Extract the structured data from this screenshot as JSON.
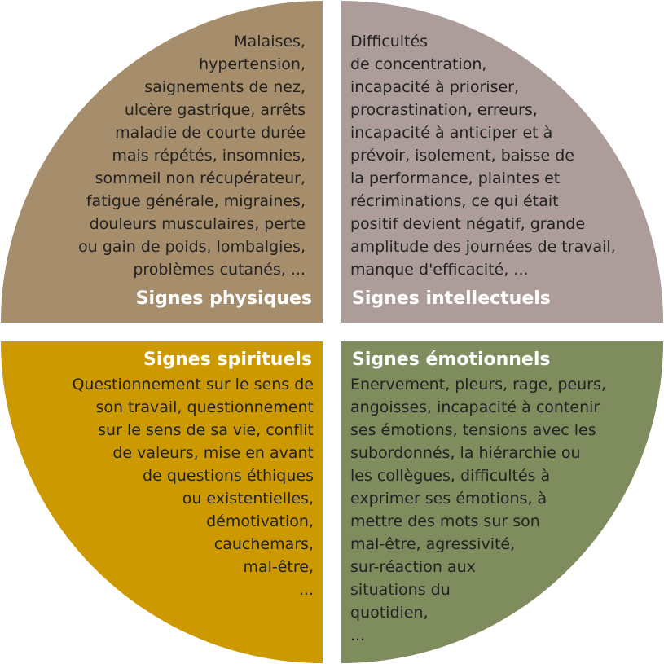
{
  "colors": {
    "physical": "#a68e6d",
    "intellectual": "#ad9d9a",
    "spiritual": "#cc9a00",
    "emotional": "#7f8c5e",
    "background": "#ffffff"
  },
  "quadrants": {
    "physical": {
      "title": "Signes physiques",
      "lines": [
        "Malaises,",
        "hypertension,",
        "saignements de nez,",
        "ulcère gastrique, arrêts",
        "maladie de courte durée",
        "mais répétés, insomnies,",
        "sommeil non récupérateur,",
        "fatigue générale, migraines,",
        "douleurs musculaires, perte",
        "ou gain de poids, lombalgies,",
        "problèmes cutanés, ..."
      ]
    },
    "intellectual": {
      "title": "Signes intellectuels",
      "lines": [
        "Difficultés",
        "de concentration,",
        "incapacité à prioriser,",
        "procrastination, erreurs,",
        "incapacité à anticiper et à",
        "prévoir, isolement, baisse de",
        "la performance, plaintes et",
        "récriminations, ce qui était",
        "positif devient négatif, grande",
        "amplitude des journées de travail,",
        "manque d'efficacité, ..."
      ]
    },
    "spiritual": {
      "title": "Signes spirituels",
      "lines": [
        "Questionnement sur le sens de",
        "son travail, questionnement",
        "sur le sens de sa vie, conflit",
        "de valeurs, mise en avant",
        "de questions éthiques",
        "ou existentielles,",
        "démotivation,",
        "cauchemars,",
        "mal-être,",
        "..."
      ]
    },
    "emotional": {
      "title": "Signes émotionnels",
      "lines": [
        "Enervement, pleurs, rage, peurs,",
        "angoisses, incapacité à contenir",
        "ses émotions, tensions avec les",
        "subordonnés, la hiérarchie ou",
        "les collègues, difficultés à",
        "exprimer ses émotions, à",
        "mettre des mots sur son",
        "mal-être, agressivité,",
        "sur-réaction aux",
        "situations du",
        "quotidien,",
        "..."
      ]
    }
  }
}
